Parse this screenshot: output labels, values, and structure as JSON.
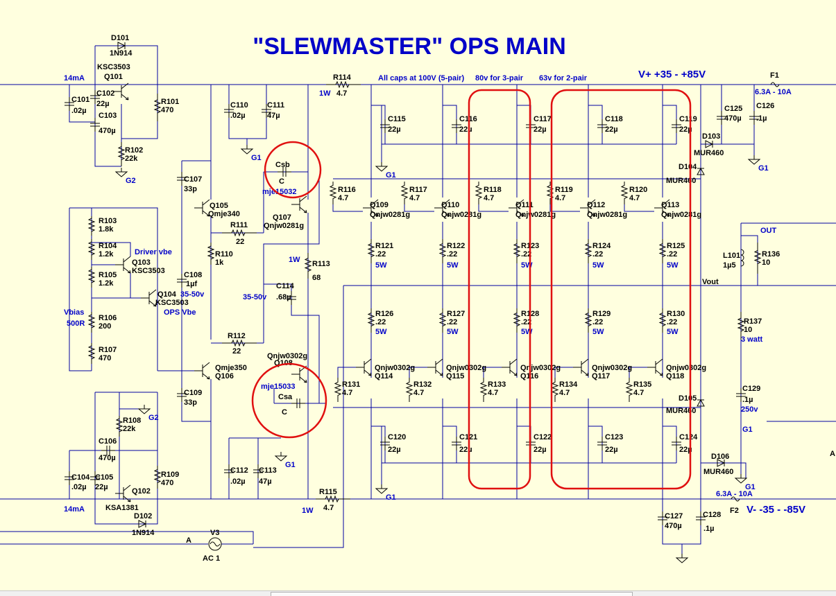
{
  "title": "\"SLEWMASTER\" OPS MAIN",
  "colors": {
    "background": "#ffffdf",
    "wire": "#0000a0",
    "component": "#000000",
    "label_blue": "#0000c8",
    "highlight": "#e01010"
  },
  "annotations": {
    "supply_pos": "V+ +35  -  +85V",
    "supply_neg": "V- -35 -  -85V",
    "caps_note_1": "All caps at 100V (5-pair)",
    "caps_note_2": "80v for 3-pair",
    "caps_note_3": "63v for 2-pair",
    "current_top": "14mA",
    "current_bot": "14mA",
    "watt_1": "1W",
    "watt_2": "1W",
    "watt_3": "1W",
    "driver_vbe": "Driver vbe",
    "ops_vbe": "OPS Vbe",
    "vbias": "Vbias",
    "vbias_val": "500R",
    "volt_108": "35-50v",
    "volt_114": "35-50v",
    "out": "OUT",
    "vout": "Vout",
    "three_watt": "3 watt",
    "v250": "250v",
    "fuse1_rating": "6.3A - 10A",
    "fuse2_rating": "6.3A - 10A",
    "node_a1": "A",
    "node_a2": "A"
  },
  "grounds": [
    "G1",
    "G2",
    "G1",
    "G1",
    "G1",
    "G2",
    "G1",
    "G1",
    "G1"
  ],
  "components": {
    "D101": {
      "ref": "D101",
      "val": "1N914"
    },
    "Q101": {
      "ref": "Q101",
      "val": "KSC3503"
    },
    "C101": {
      "ref": "C101",
      "val": ".02µ"
    },
    "C102": {
      "ref": "C102",
      "val": "22µ"
    },
    "C103": {
      "ref": "C103",
      "val": "470µ"
    },
    "R101": {
      "ref": "R101",
      "val": "470"
    },
    "R102": {
      "ref": "R102",
      "val": "22k"
    },
    "R114": {
      "ref": "R114",
      "val": "4.7"
    },
    "C110": {
      "ref": "C110",
      "val": ".02µ"
    },
    "C111": {
      "ref": "C111",
      "val": "47µ"
    },
    "Csb": {
      "ref": "Csb",
      "val": "C"
    },
    "Q107": {
      "ref": "Q107",
      "val": "Qnjw0281g",
      "alt": "mje15032"
    },
    "C107": {
      "ref": "C107",
      "val": "33p"
    },
    "Q105": {
      "ref": "Q105",
      "val": "Qmje340"
    },
    "R111": {
      "ref": "R111",
      "val": "22"
    },
    "R103": {
      "ref": "R103",
      "val": "1.8k"
    },
    "R104": {
      "ref": "R104",
      "val": "1.2k"
    },
    "R105": {
      "ref": "R105",
      "val": "1.2k"
    },
    "Q103": {
      "ref": "Q103",
      "val": "KSC3503"
    },
    "Q104": {
      "ref": "Q104",
      "val": "KSC3503"
    },
    "R110": {
      "ref": "R110",
      "val": "1k"
    },
    "C108": {
      "ref": "C108",
      "val": "1µf"
    },
    "R113": {
      "ref": "R113",
      "val": "68"
    },
    "C114": {
      "ref": "C114",
      "val": ".68µ"
    },
    "R106": {
      "ref": "R106",
      "val": "200"
    },
    "R107": {
      "ref": "R107",
      "val": "470"
    },
    "R112": {
      "ref": "R112",
      "val": "22"
    },
    "Q106": {
      "ref": "Q106",
      "val": "Qmje350"
    },
    "Q108": {
      "ref": "Q108",
      "val": "Qnjw0302g",
      "alt": "mje15033"
    },
    "Csa": {
      "ref": "Csa",
      "val": "C"
    },
    "C109": {
      "ref": "C109",
      "val": "33p"
    },
    "R108": {
      "ref": "R108",
      "val": "22k"
    },
    "C106": {
      "ref": "C106",
      "val": "470µ"
    },
    "C104": {
      "ref": "C104",
      "val": ".02µ"
    },
    "C105": {
      "ref": "C105",
      "val": "22µ"
    },
    "Q102": {
      "ref": "Q102",
      "val": "KSA1381"
    },
    "R109": {
      "ref": "R109",
      "val": "470"
    },
    "D102": {
      "ref": "D102",
      "val": "1N914"
    },
    "V3": {
      "ref": "V3",
      "val": "AC 1"
    },
    "C112": {
      "ref": "C112",
      "val": ".02µ"
    },
    "C113": {
      "ref": "C113",
      "val": "47µ"
    },
    "R115": {
      "ref": "R115",
      "val": "4.7"
    },
    "C115": {
      "ref": "C115",
      "val": "22µ"
    },
    "C116": {
      "ref": "C116",
      "val": "22µ"
    },
    "C117": {
      "ref": "C117",
      "val": "22µ"
    },
    "C118": {
      "ref": "C118",
      "val": "22µ"
    },
    "C119": {
      "ref": "C119",
      "val": "22µ"
    },
    "R116": {
      "ref": "R116",
      "val": "4.7"
    },
    "R117": {
      "ref": "R117",
      "val": "4.7"
    },
    "R118": {
      "ref": "R118",
      "val": "4.7"
    },
    "R119": {
      "ref": "R119",
      "val": "4.7"
    },
    "R120": {
      "ref": "R120",
      "val": "4.7"
    },
    "Q109": {
      "ref": "Q109",
      "val": "Qnjw0281g"
    },
    "Q110": {
      "ref": "Q110",
      "val": "Qnjw0281g"
    },
    "Q111": {
      "ref": "Q111",
      "val": "Qnjw0281g"
    },
    "Q112": {
      "ref": "Q112",
      "val": "Qnjw0281g"
    },
    "Q113": {
      "ref": "Q113",
      "val": "Qnjw0281g"
    },
    "R121": {
      "ref": "R121",
      "val": ".22",
      "p": "5W"
    },
    "R122": {
      "ref": "R122",
      "val": ".22",
      "p": "5W"
    },
    "R123": {
      "ref": "R123",
      "val": ".22",
      "p": "5W"
    },
    "R124": {
      "ref": "R124",
      "val": ".22",
      "p": "5W"
    },
    "R125": {
      "ref": "R125",
      "val": ".22",
      "p": "5W"
    },
    "R126": {
      "ref": "R126",
      "val": ".22",
      "p": "5W"
    },
    "R127": {
      "ref": "R127",
      "val": ".22",
      "p": "5W"
    },
    "R128": {
      "ref": "R128",
      "val": ".22",
      "p": "5W"
    },
    "R129": {
      "ref": "R129",
      "val": ".22",
      "p": "5W"
    },
    "R130": {
      "ref": "R130",
      "val": ".22",
      "p": "5W"
    },
    "Q114": {
      "ref": "Q114",
      "val": "Qnjw0302g"
    },
    "Q115": {
      "ref": "Q115",
      "val": "Qnjw0302g"
    },
    "Q116": {
      "ref": "Q116",
      "val": "Qnjw0302g"
    },
    "Q117": {
      "ref": "Q117",
      "val": "Qnjw0302g"
    },
    "Q118": {
      "ref": "Q118",
      "val": "Qnjw0302g"
    },
    "R131": {
      "ref": "R131",
      "val": "4.7"
    },
    "R132": {
      "ref": "R132",
      "val": "4.7"
    },
    "R133": {
      "ref": "R133",
      "val": "4.7"
    },
    "R134": {
      "ref": "R134",
      "val": "4.7"
    },
    "R135": {
      "ref": "R135",
      "val": "4.7"
    },
    "C120": {
      "ref": "C120",
      "val": "22µ"
    },
    "C121": {
      "ref": "C121",
      "val": "22µ"
    },
    "C122": {
      "ref": "C122",
      "val": "22µ"
    },
    "C123": {
      "ref": "C123",
      "val": "22µ"
    },
    "C124": {
      "ref": "C124",
      "val": "22µ"
    },
    "F1": {
      "ref": "F1"
    },
    "F2": {
      "ref": "F2"
    },
    "C125": {
      "ref": "C125",
      "val": "470µ"
    },
    "C126": {
      "ref": "C126",
      "val": ".1µ"
    },
    "D103": {
      "ref": "D103",
      "val": "MUR460"
    },
    "D104": {
      "ref": "D104",
      "val": "MUR460"
    },
    "D105": {
      "ref": "D105",
      "val": "MUR460"
    },
    "D106": {
      "ref": "D106",
      "val": "MUR460"
    },
    "L101": {
      "ref": "L101",
      "val": "1µ5"
    },
    "R136": {
      "ref": "R136",
      "val": "10"
    },
    "R137": {
      "ref": "R137",
      "val": "10"
    },
    "C129": {
      "ref": "C129",
      "val": ".1µ"
    },
    "C127": {
      "ref": "C127",
      "val": "470µ"
    },
    "C128": {
      "ref": "C128",
      "val": ".1µ"
    }
  }
}
